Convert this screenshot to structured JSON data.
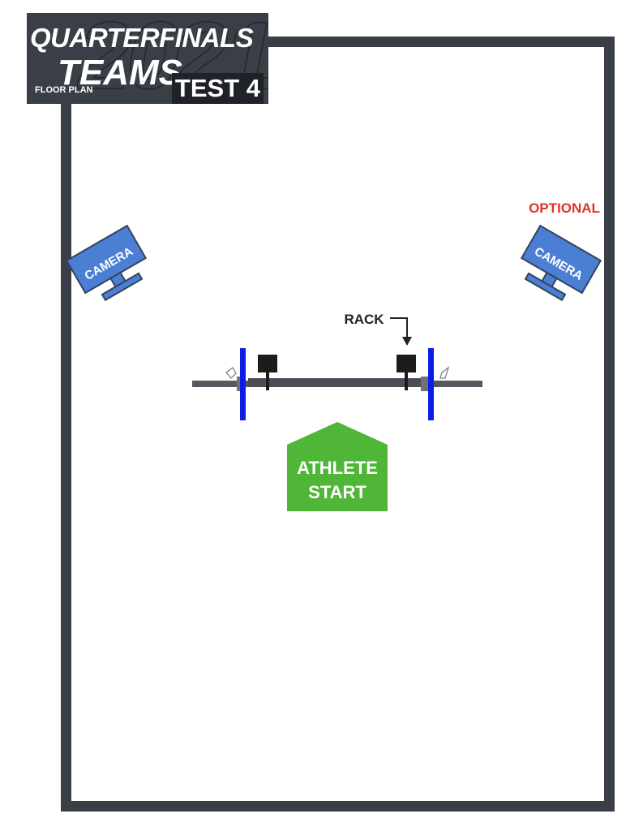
{
  "header": {
    "line1": "QUARTERFINALS",
    "line2": "TEAMS",
    "subtitle": "FLOOR PLAN",
    "test_badge": "TEST 4",
    "watermark": "2021"
  },
  "stations": {
    "camera_left": "CAMERA",
    "camera_right": "CAMERA",
    "optional_note": "OPTIONAL",
    "rack": "RACK",
    "athlete_start_line1": "ATHLETE",
    "athlete_start_line2": "START"
  },
  "colors": {
    "border": "#3a3e46",
    "camera": "#4a7fd4",
    "plate": "#0a1ee6",
    "athlete_start": "#4fb638",
    "optional": "#e03325"
  },
  "icons": [
    "camera-icon",
    "rack-icon",
    "barbell-icon",
    "collar-clip-icon",
    "arrow-icon"
  ]
}
